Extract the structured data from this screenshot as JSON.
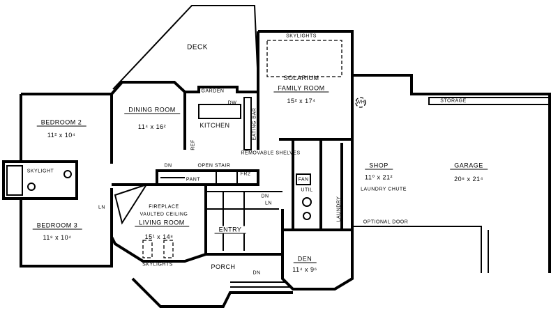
{
  "rooms": {
    "deck": "DECK",
    "skylights_top": "SKYLIGHTS",
    "solarium": "SOLARIUM",
    "family_room": {
      "name": "FAMILY ROOM",
      "size": "15² x 17⁴"
    },
    "bedroom2": {
      "name": "BEDROOM 2",
      "size": "11² x 10⁴"
    },
    "dining_room": {
      "name": "DINING ROOM",
      "size": "11⁴ x 16²"
    },
    "garden": "GARDEN",
    "dw": "DW",
    "kitchen": "KITCHEN",
    "ref": "REF",
    "eating_bar": "EATING BAR",
    "skylight": "SKYLIGHT",
    "dn_stair": "DN",
    "pant": "PANT",
    "open_stair": "OPEN STAIR",
    "fr2": "FR2",
    "removable_shelves": "REMOVABLE SHELVES",
    "fan": "FAN",
    "util": "UTIL",
    "wh": "WH",
    "storage": "STORAGE",
    "shop": {
      "name": "SHOP",
      "size": "11⁰ x 21²"
    },
    "laundry_chute": "LAUNDRY CHUTE",
    "garage": {
      "name": "GARAGE",
      "size": "20⁸ x 21⁴"
    },
    "optional_door": "OPTIONAL DOOR",
    "laundry": "LAUNDRY",
    "ln_left": "LN",
    "ln_entry": "LN",
    "dn_entry": "DN",
    "fireplace": "FIREPLACE",
    "vaulted_ceiling": "VAULTED CEILING",
    "living_room": {
      "name": "LIVING ROOM",
      "size": "15¹ x 14⁸"
    },
    "skylights_living": "SKYLIGHTS",
    "entry": "ENTRY",
    "porch": "PORCH",
    "dn_porch": "DN",
    "den": {
      "name": "DEN",
      "size": "11⁴ x 9⁶"
    },
    "bedroom3": {
      "name": "BEDROOM 3",
      "size": "11⁸ x 10⁴"
    }
  }
}
